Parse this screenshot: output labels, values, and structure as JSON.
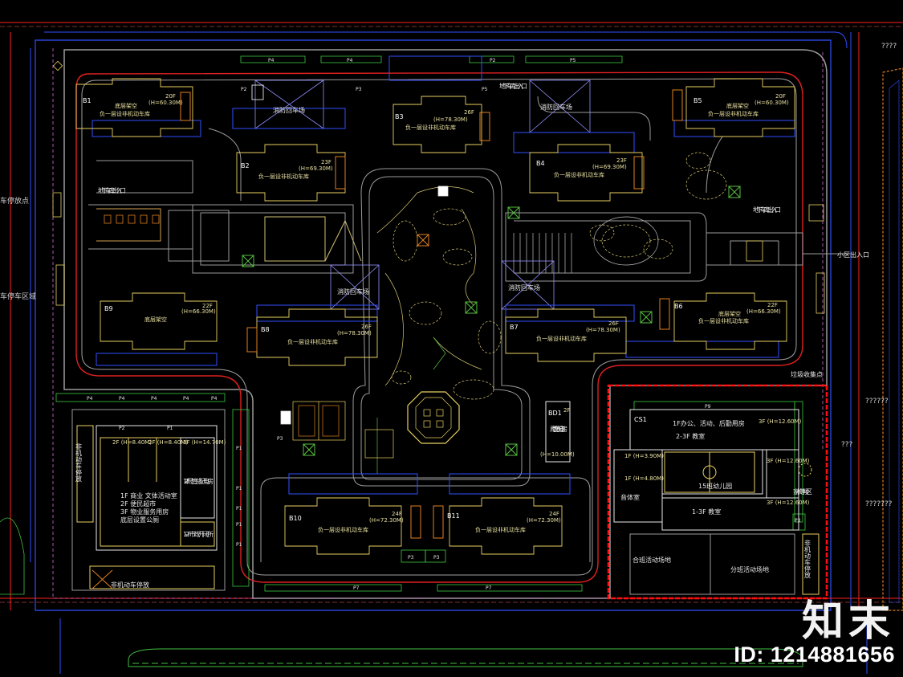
{
  "edge_labels": {
    "left_bike": "车停放点",
    "left_parking": "车停车区域",
    "right_question_top": "????",
    "right_question_mid": "??????",
    "right_question_q": "???",
    "right_question_low": "???????"
  },
  "parking_tags": [
    "P4",
    "P4",
    "P2",
    "P5",
    "P2",
    "P3",
    "P5",
    "P4",
    "P4",
    "P4",
    "P4",
    "P4",
    "P2",
    "P1",
    "P1",
    "P1",
    "P1",
    "P1",
    "P1",
    "P3",
    "P3",
    "P9",
    "P7",
    "P7",
    "P3",
    "P3"
  ],
  "buildings": [
    {
      "id": "B1",
      "floors": "20F",
      "height": "(H=60.30M)",
      "note": "底层架空",
      "note2": "负一层设非机动车库"
    },
    {
      "id": "B2",
      "floors": "23F",
      "height": "(H=69.30M)",
      "note": "负一层设非机动车库",
      "note2": ""
    },
    {
      "id": "B3",
      "floors": "26F",
      "height": "(H=78.30M)",
      "note": "负一层设非机动车库",
      "note2": ""
    },
    {
      "id": "B4",
      "floors": "23F",
      "height": "(H=69.30M)",
      "note": "负一层设非机动车库",
      "note2": ""
    },
    {
      "id": "B5",
      "floors": "20F",
      "height": "(H=60.30M)",
      "note": "底层架空",
      "note2": "负一层设非机动车库"
    },
    {
      "id": "B6",
      "floors": "22F",
      "height": "(H=66.30M)",
      "note": "底层架空",
      "note2": "负一层设非机动车库"
    },
    {
      "id": "B7",
      "floors": "26F",
      "height": "(H=78.30M)",
      "note": "负一层设非机动车库",
      "note2": ""
    },
    {
      "id": "B8",
      "floors": "26F",
      "height": "(H=78.30M)",
      "note": "负一层设非机动车库",
      "note2": ""
    },
    {
      "id": "B9",
      "floors": "22F",
      "height": "(H=66.30M)",
      "note": "底层架空",
      "note2": ""
    },
    {
      "id": "B10",
      "floors": "24F",
      "height": "(H=72.30M)",
      "note": "负一层设非机动车库",
      "note2": ""
    },
    {
      "id": "B11",
      "floors": "24F",
      "height": "(H=72.30M)",
      "note": "负一层设非机动车库",
      "note2": ""
    }
  ],
  "site_labels": {
    "fire_top_left": "消防回车场",
    "fire_top_right": "消防回车场",
    "fire_center_left": "消防回车场",
    "fire_center_right": "消防回车场",
    "garage_top": "地下车库出入口",
    "garage_left": "地下车库出入口",
    "garage_right": "地下车库出入口",
    "community_entrance": "小区出入口",
    "garbage": "垃圾收集点"
  },
  "bd1": {
    "id": "BD1",
    "floors": "2F",
    "name": "局管分配电房",
    "height": "(H=10.00M)"
  },
  "commercial": {
    "bike_vertical": "非机动车停放",
    "p_h1": "2F (H=8.40M)",
    "p_h2": "2F (H=8.40M)",
    "p_h3": "3F (H=14.70M)",
    "line1": "1F  商业   文体活动室",
    "line2": "2F  便民超市",
    "line3": "3F  物业服务用房",
    "line4": "底层设置公厕",
    "room_a": "1-2F 局管总配电房",
    "room_b": "1-2F市政开闭所",
    "bike_bottom": "非机动车停放"
  },
  "kindergarten": {
    "id": "CS1",
    "top": "1F办公、活动、后勤用房",
    "classroom_top": "2-3F      教室",
    "h_top": "3F (H=12.60M)",
    "h_right": "3F (H=12.60M)",
    "h_left": "1F (H=3.90M)",
    "h_left2": "1F (H=4.80M)",
    "h_right2": "3F (H=12.60M)",
    "name": "15班幼儿园",
    "music": "音体室",
    "classroom_bottom": "1-3F      教室",
    "parent_wait": "家长等候区",
    "yard_common": "合班活动场地",
    "yard_class": "分班活动场地",
    "bike_vertical": "非机动车停放"
  },
  "watermark": {
    "logo": "知末",
    "id": "ID: 1214881656"
  },
  "colors": {
    "background": "#000000",
    "red_line": "#e02020",
    "white_road": "#9a9a9a",
    "building_yellow": "#e8d060",
    "building_green": "#58c040",
    "blue": "#3050ff",
    "magenta": "#d070d0",
    "orange": "#e08020"
  }
}
